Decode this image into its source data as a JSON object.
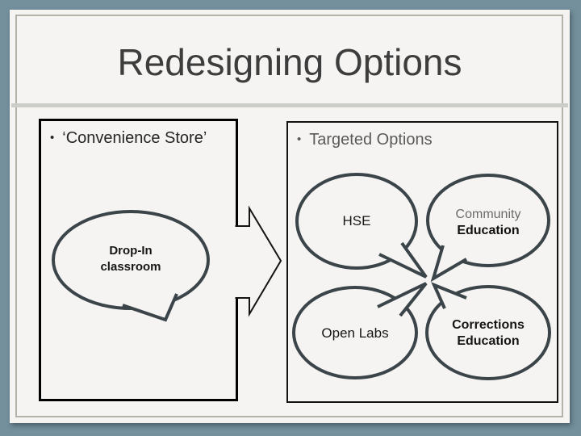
{
  "title": "Redesigning Options",
  "ui": {
    "bullet_marker": "•"
  },
  "colors": {
    "background": "#74909d",
    "paper": "#f5f4f2",
    "frame_line": "#b5b2a9",
    "divider": "#cbcdc9",
    "bubble_outline": "#3b4549",
    "title_text": "#3d3d3d",
    "muted_text": "#5a5a5a"
  },
  "left_panel": {
    "bullet": "‘Convenience Store’",
    "bubble": {
      "line1": "Drop-In",
      "line2": "classroom"
    }
  },
  "right_panel": {
    "bullet": "Targeted Options",
    "bubbles": [
      {
        "id": "hse",
        "label": "HSE"
      },
      {
        "id": "community-education",
        "line1": "Community",
        "line2": "Education"
      },
      {
        "id": "open-labs",
        "label": "Open Labs"
      },
      {
        "id": "corrections-education",
        "line1": "Corrections",
        "line2": "Education"
      }
    ]
  }
}
